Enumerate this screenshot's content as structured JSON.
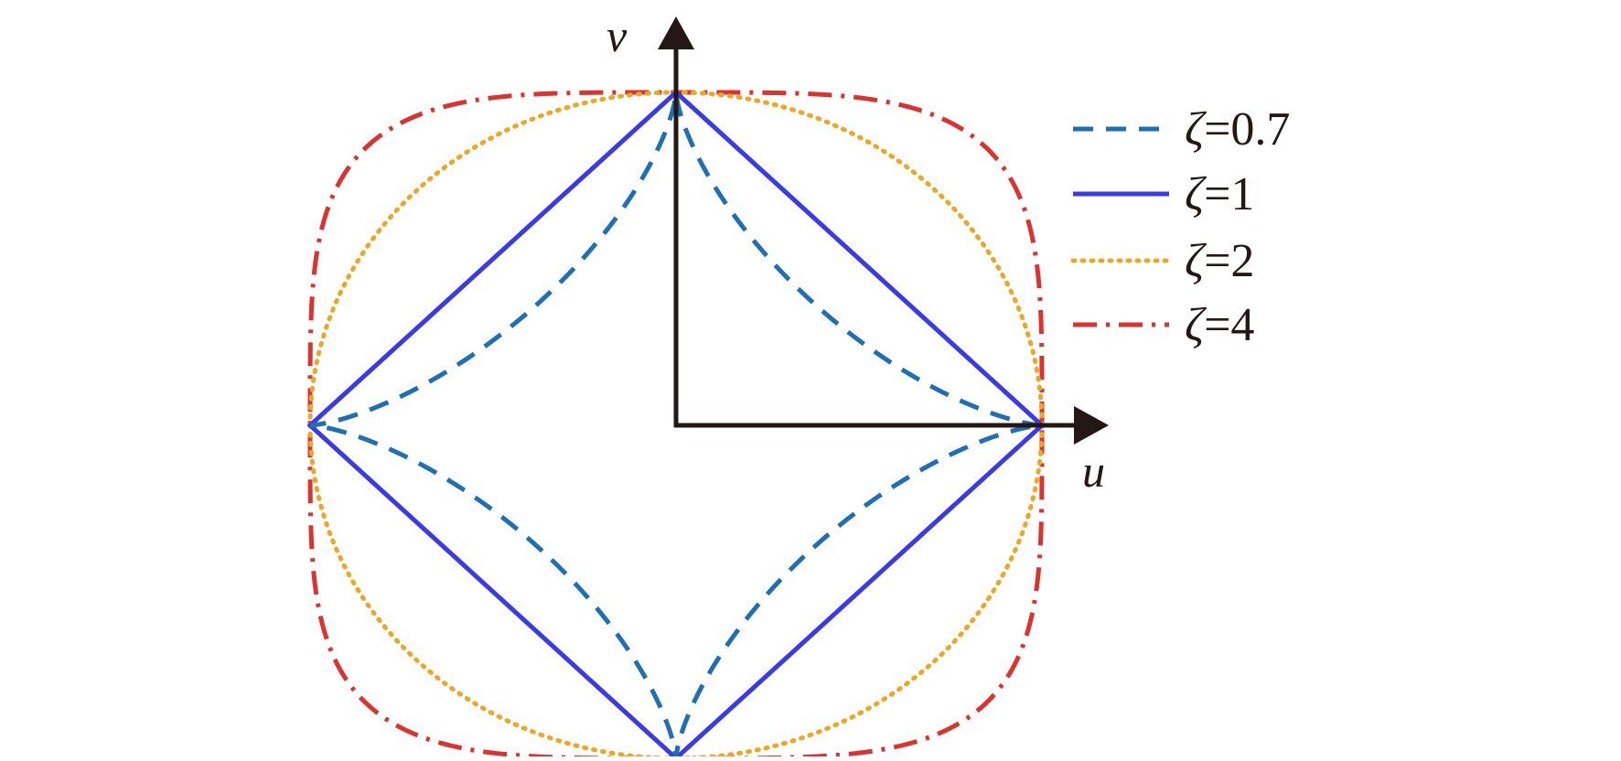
{
  "axes": {
    "x_label": "u",
    "y_label": "v",
    "color": "#231815"
  },
  "curves": [
    {
      "zeta": 0.7,
      "symbol": "ζ",
      "value_text": "=0.7",
      "color": "#1f6fb4",
      "style": "dashed"
    },
    {
      "zeta": 1,
      "symbol": "ζ",
      "value_text": "=1",
      "color": "#3a3aec",
      "style": "solid"
    },
    {
      "zeta": 2,
      "symbol": "ζ",
      "value_text": "=2",
      "color": "#eba824",
      "style": "dotted"
    },
    {
      "zeta": 4,
      "symbol": "ζ",
      "value_text": "=4",
      "color": "#dc3230",
      "style": "dashdot"
    }
  ]
}
